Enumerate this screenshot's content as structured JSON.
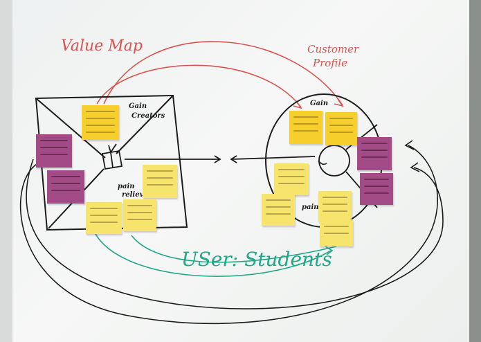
{
  "board": {
    "value_map_title": "Value Map",
    "customer_profile_title_line1": "Customer",
    "customer_profile_title_line2": "Profile",
    "gain_creators_line1": "Gain",
    "gain_creators_line2": "Creators",
    "pain_relievers_line1": "pain",
    "pain_relievers_line2": "relievers",
    "gains_label": "Gain",
    "pains_label": "pain",
    "user_label": "USer: Students"
  },
  "colors": {
    "red_ink": "#d9534f",
    "green_ink": "#22a888",
    "black_ink": "#1b1b1b",
    "yellow_note": "#f7e46c",
    "orange_note": "#f7cf2c",
    "purple_note": "#a24b86"
  }
}
